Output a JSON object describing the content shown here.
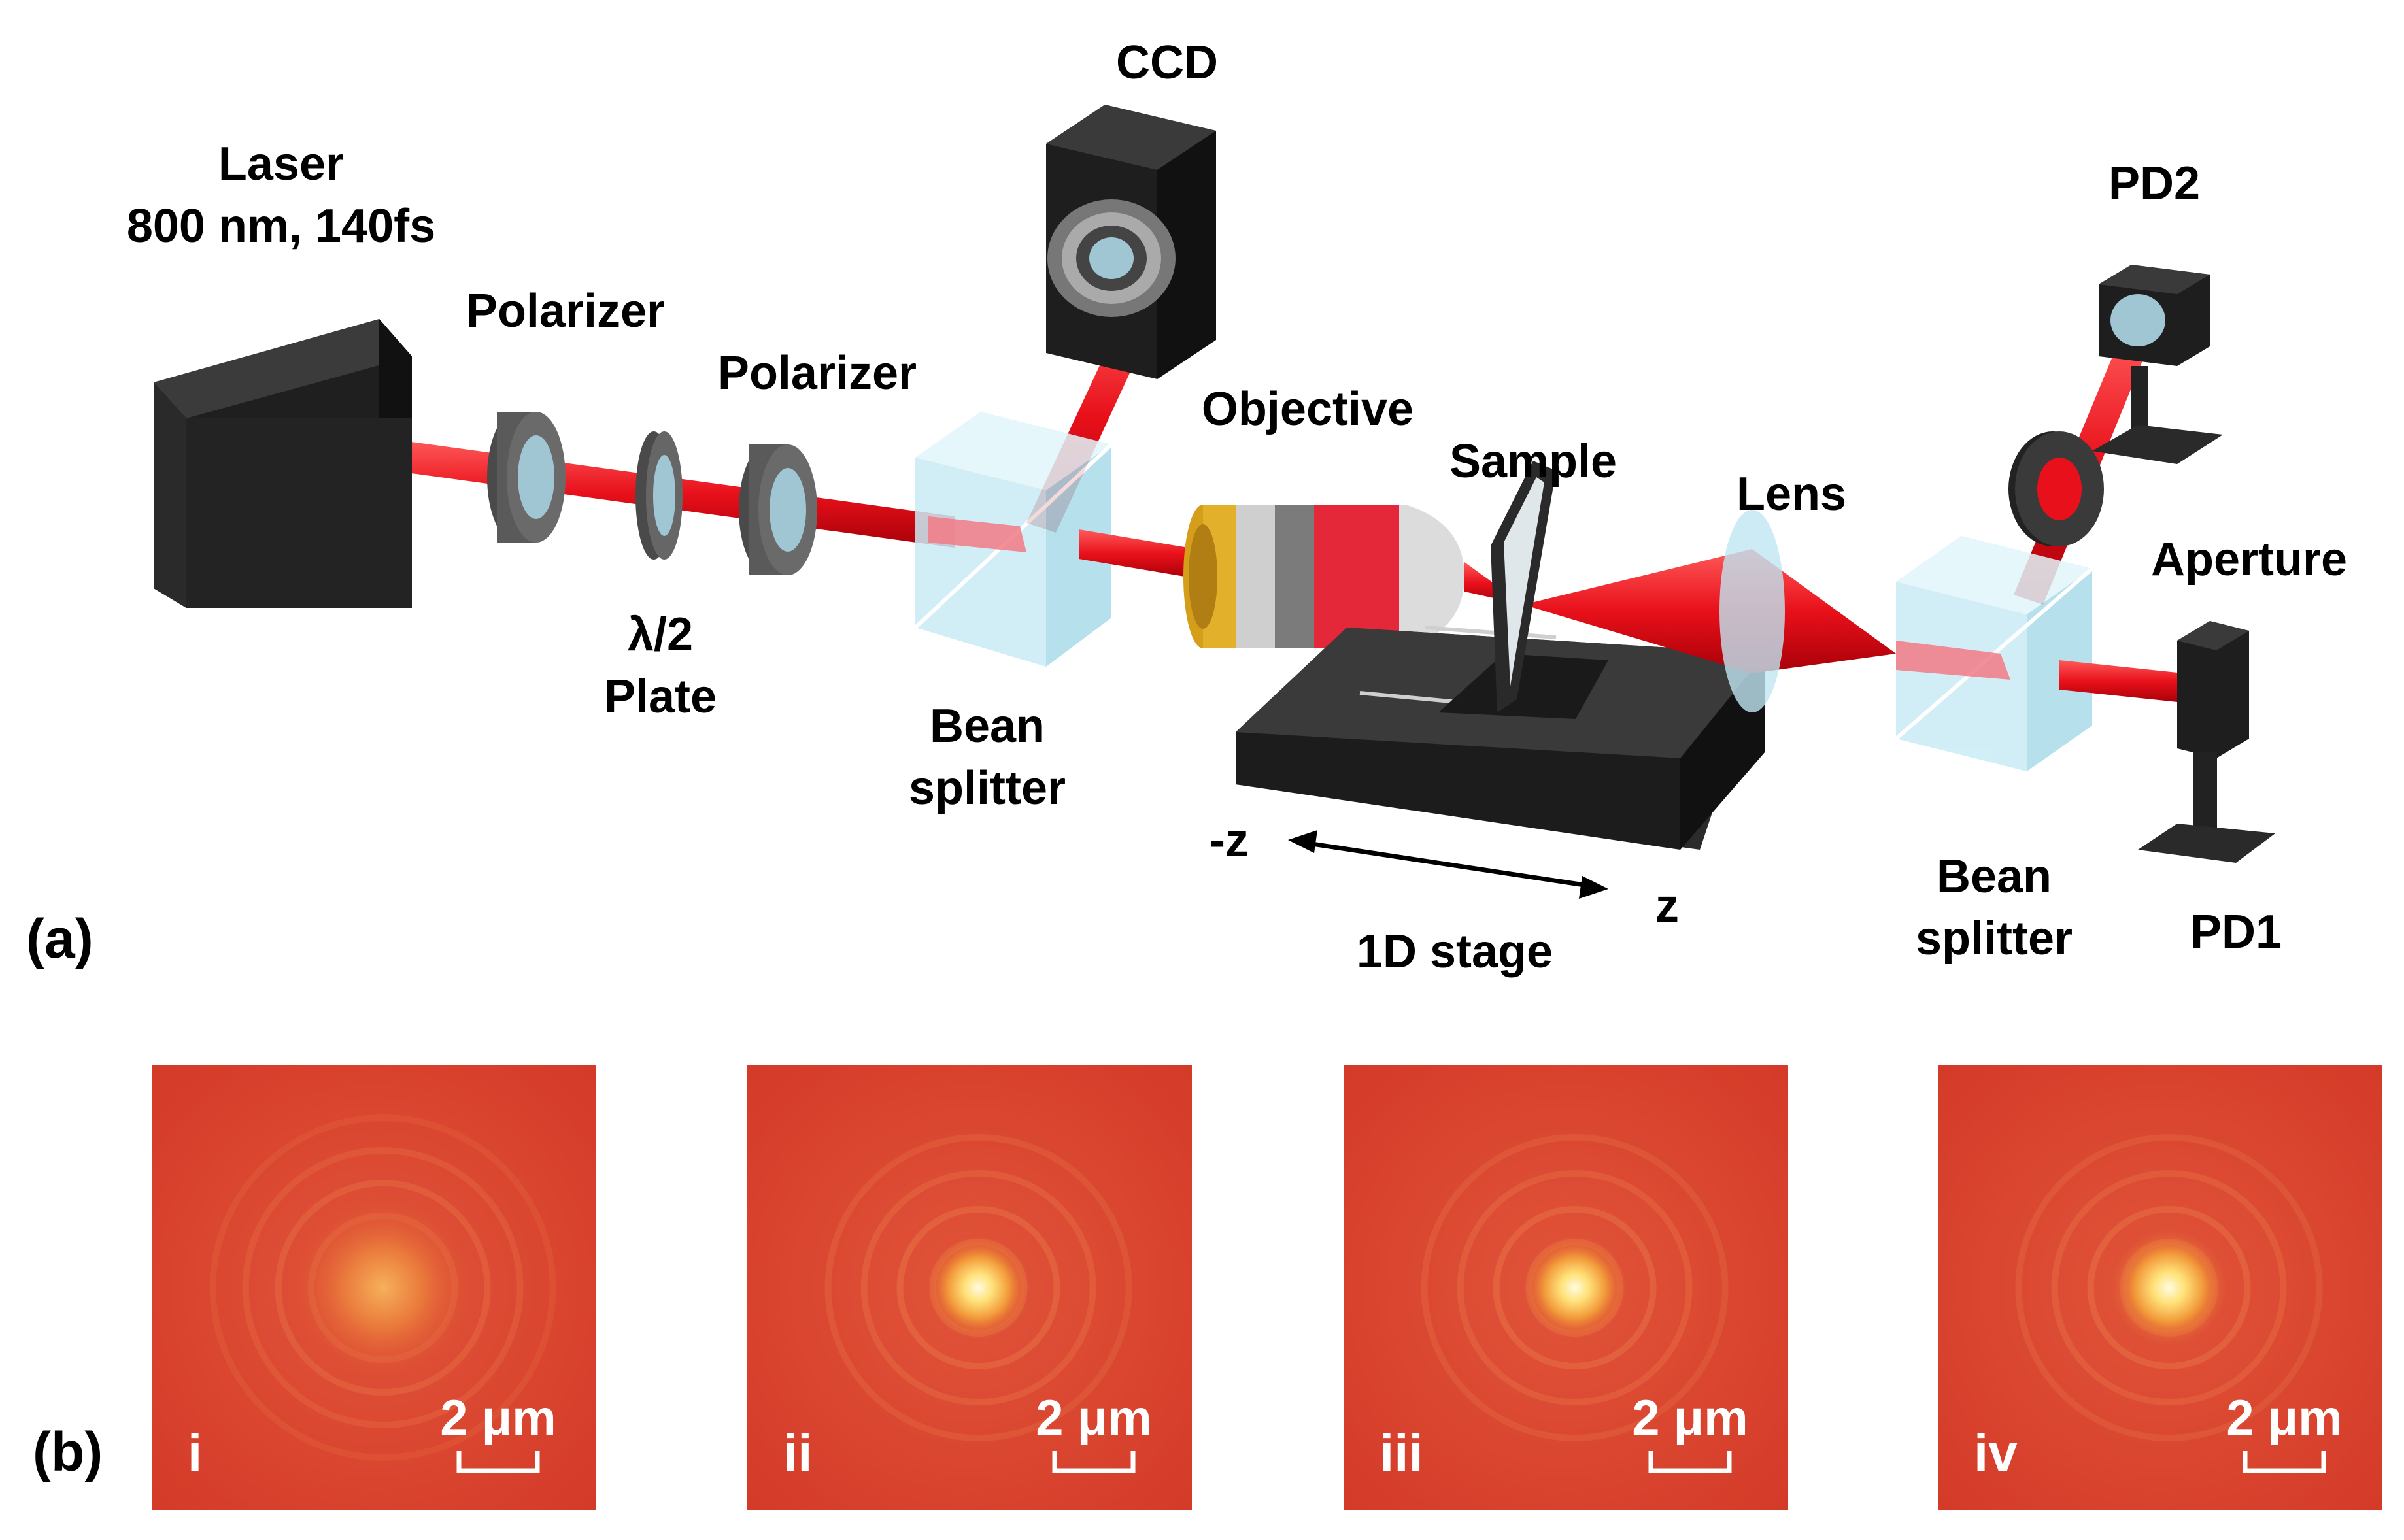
{
  "labels": {
    "laser_line1": "Laser",
    "laser_line2": "800 nm, 140fs",
    "polarizer1": "Polarizer",
    "polarizer2": "Polarizer",
    "halfwave_line1": "λ/2",
    "halfwave_line2": "Plate",
    "ccd": "CCD",
    "objective": "Objective",
    "sample": "Sample",
    "lens": "Lens",
    "beamsplitter1_line1": "Bean",
    "beamsplitter1_line2": "splitter",
    "beamsplitter2_line1": "Bean",
    "beamsplitter2_line2": "splitter",
    "pd2": "PD2",
    "aperture": "Aperture",
    "pd1": "PD1",
    "minus_z": "-z",
    "plus_z": "z",
    "stage": "1D stage",
    "panel_a": "(a)",
    "panel_b": "(b)"
  },
  "images": [
    {
      "roman": "i",
      "scale": "2 μm",
      "spot": "diffuse"
    },
    {
      "roman": "ii",
      "scale": "2 μm",
      "spot": "bright"
    },
    {
      "roman": "iii",
      "scale": "2 μm",
      "spot": "bright"
    },
    {
      "roman": "iv",
      "scale": "2 μm",
      "spot": "medium"
    }
  ],
  "colors": {
    "beam": "#e8101a",
    "device": "#2a2a2a",
    "glass": "#bfe6f2",
    "image_bg": "#d9452f",
    "spot": "#ffe9a0"
  }
}
